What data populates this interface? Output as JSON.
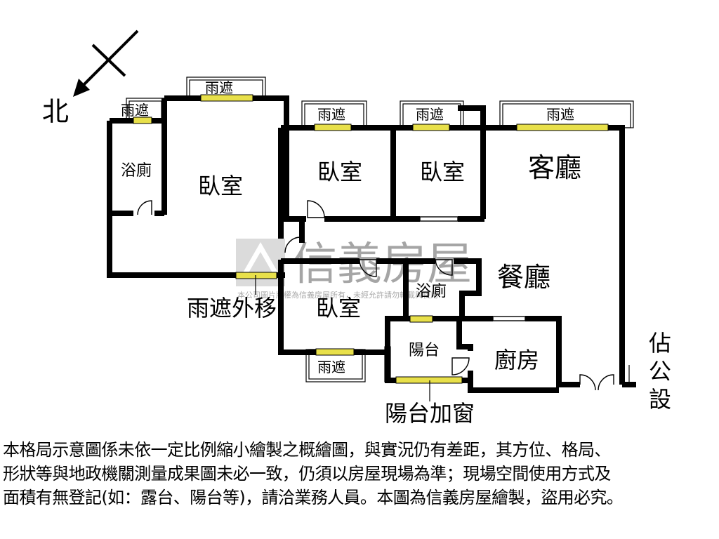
{
  "compass": {
    "north_label": "北"
  },
  "rooms": {
    "bath_top": "浴廁",
    "bedroom_master": "臥室",
    "bedroom_2": "臥室",
    "bedroom_3": "臥室",
    "living_room": "客廳",
    "dining_room": "餐廳",
    "bath_mid": "浴廁",
    "bedroom_4": "臥室",
    "balcony": "陽台",
    "kitchen": "廚房"
  },
  "awning_label": "雨遮",
  "annotations": {
    "awning_moved_out": "雨遮外移",
    "balcony_window": "陽台加窗",
    "common_area": [
      "佔",
      "公",
      "設"
    ]
  },
  "watermark": {
    "brand": "信義房屋",
    "subtext": "本公司圖片版權為信義房屋所有，未經允許請勿轉載與使用"
  },
  "disclaimer_lines": [
    "本格局示意圖係未依一定比例縮小繪製之概繪圖，與實況仍有差距，其方位、格局、",
    "形狀等與地政機關測量成果圖未必一致，仍須以房屋現場為準；現場空間使用方式及",
    "面積有無登記(如：露台、陽台等)，請洽業務人員。本圖為信義房屋繪製，盜用必究。"
  ],
  "colors": {
    "wall": "#000000",
    "window": "#e8e04a",
    "watermark": "#c8c8c8"
  }
}
